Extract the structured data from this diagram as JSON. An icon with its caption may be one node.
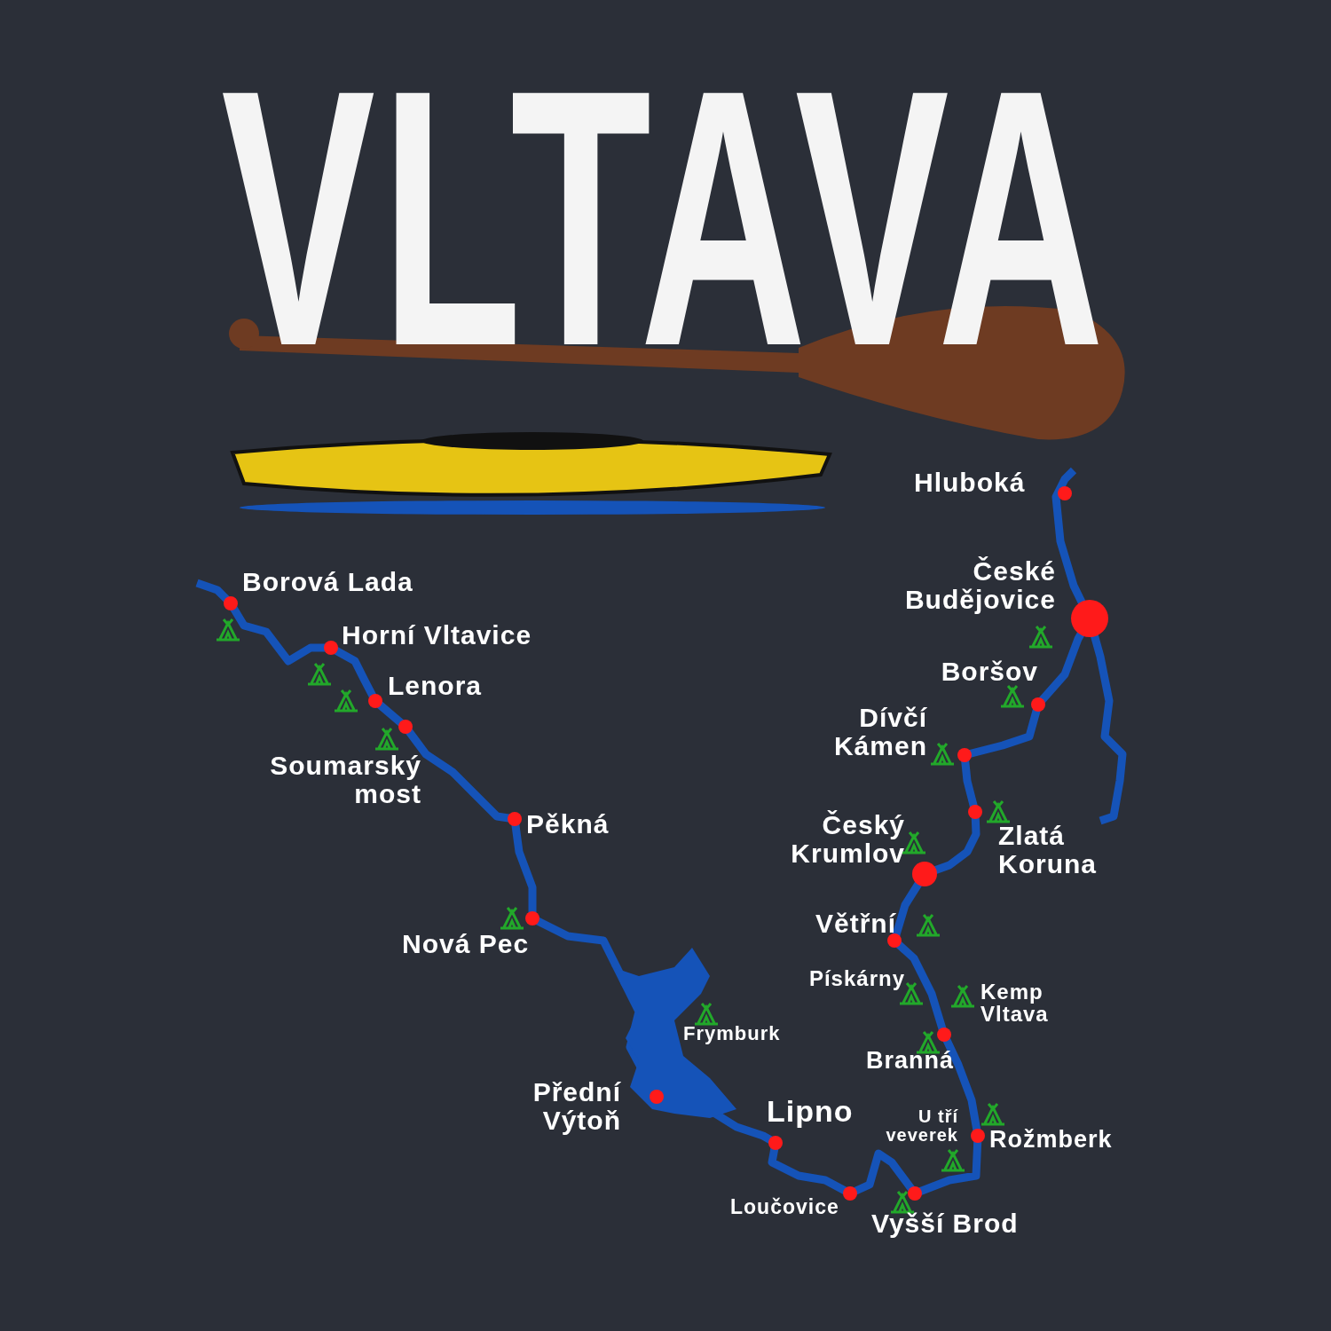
{
  "diagram": {
    "title": "VLTAVA",
    "labels": [
      "Hluboká",
      "Borová Lada",
      "České Budějovice",
      "Horní Vltavice",
      "Boršov",
      "Lenora",
      "Dívčí Kámen",
      "Soumarský most",
      "Pěkná",
      "Český Krumlov",
      "Zlatá Koruna",
      "Větřní",
      "Nová Pec",
      "Pískárny",
      "Kemp Vltava",
      "Frymburk",
      "Branná",
      "Přední Výtoň",
      "Lipno",
      "U tří veverek",
      "Rožmberk",
      "Loučovice",
      "Vyšší Brod"
    ]
  }
}
